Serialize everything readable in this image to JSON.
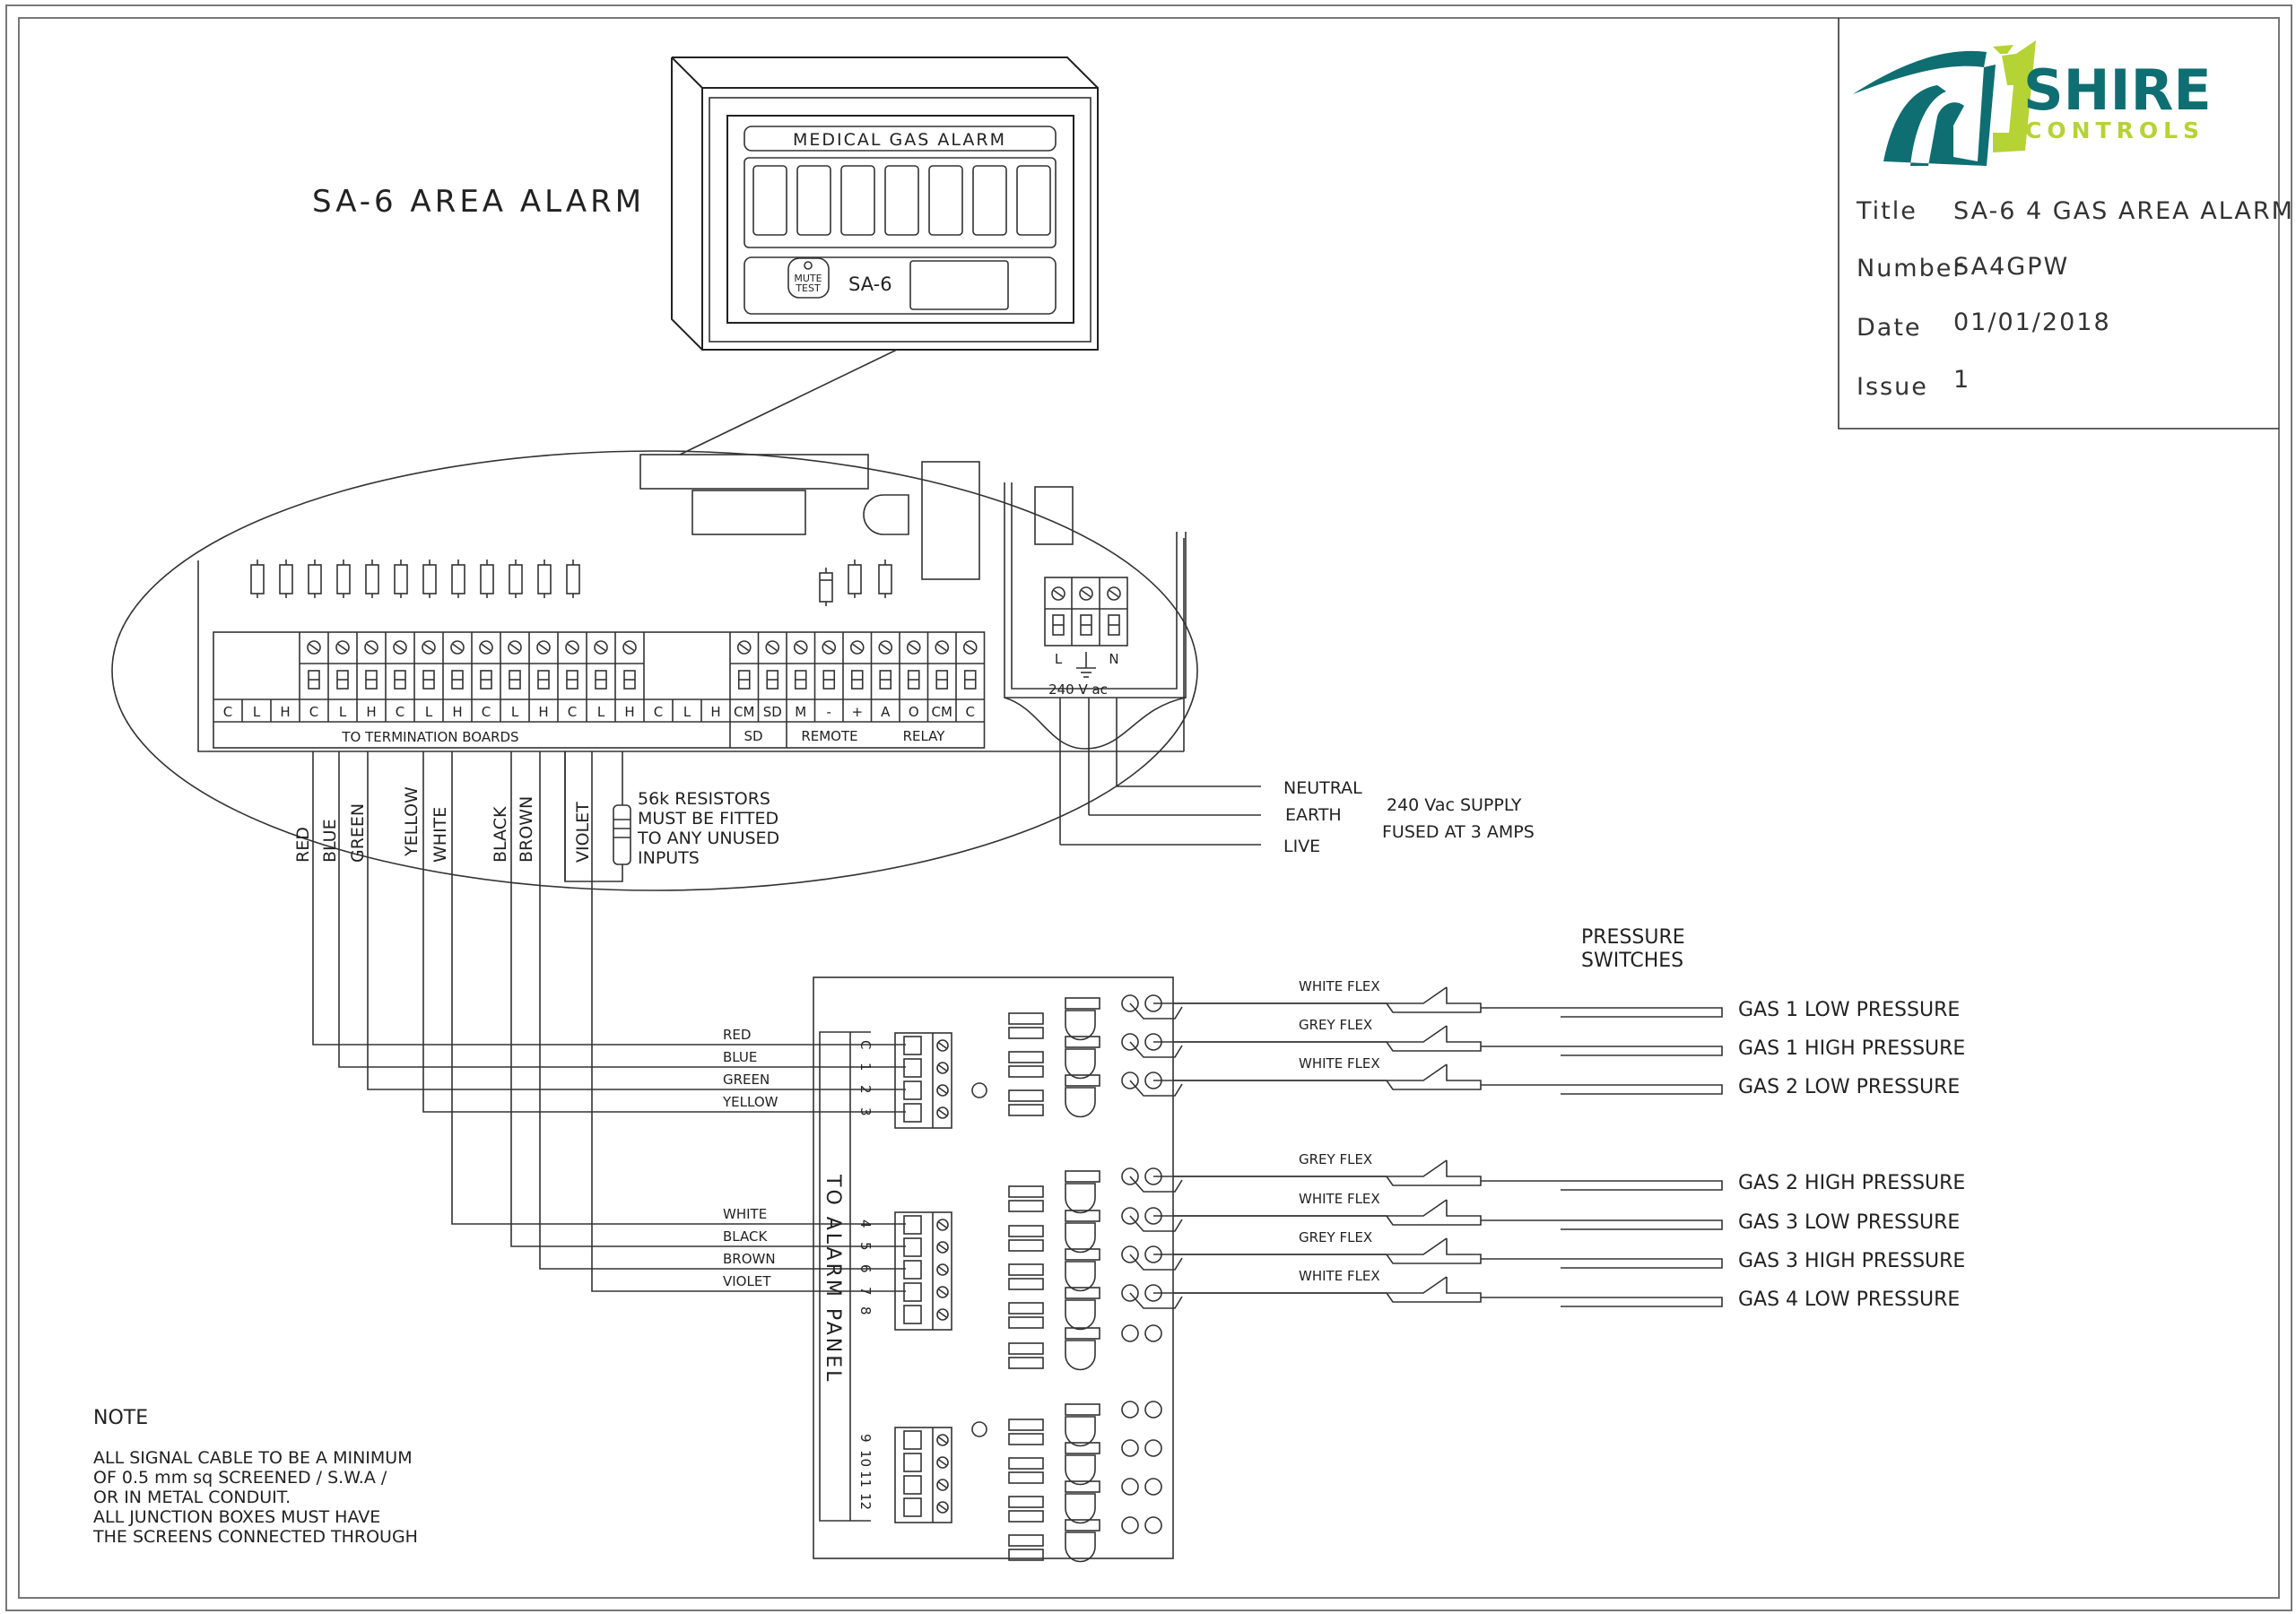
{
  "title_block": {
    "logo": {
      "word1": "SHIRE",
      "word2": "CONTROLS",
      "primary_color": "#0f6e72",
      "accent_color": "#b5d334"
    },
    "rows": [
      {
        "label": "Title",
        "value": "SA-6 4 GAS AREA ALARM"
      },
      {
        "label": "Number",
        "value": "SA4GPW"
      },
      {
        "label": "Date",
        "value": "01/01/2018"
      },
      {
        "label": "Issue",
        "value": "1"
      }
    ]
  },
  "drawing_title": "SA-6 AREA ALARM",
  "alarm_panel": {
    "header": "MEDICAL GAS ALARM",
    "indicator_count": 7,
    "button_label_1": "MUTE",
    "button_label_2": "TEST",
    "model": "SA-6"
  },
  "terminal_strip": {
    "pin_labels": [
      "C",
      "L",
      "H",
      "C",
      "L",
      "H",
      "C",
      "L",
      "H",
      "C",
      "L",
      "H",
      "C",
      "L",
      "H",
      "C",
      "L",
      "H",
      "CM",
      "SD",
      "M",
      "-",
      "+",
      "A",
      "O",
      "CM",
      "C"
    ],
    "group_labels": {
      "termination": "TO TERMINATION BOARDS",
      "sd": "SD",
      "remote": "REMOTE",
      "relay": "RELAY"
    }
  },
  "power": {
    "terminals": [
      "L",
      "⏚",
      "N"
    ],
    "rating": "240 V ac",
    "wires": [
      "NEUTRAL",
      "EARTH",
      "LIVE"
    ],
    "supply_note_1": "240 Vac SUPPLY",
    "supply_note_2": "FUSED AT 3 AMPS"
  },
  "cable_colors": [
    "RED",
    "BLUE",
    "GREEN",
    "YELLOW",
    "WHITE",
    "BLACK",
    "BROWN",
    "VIOLET"
  ],
  "resistor_note": [
    "56k RESISTORS",
    "MUST BE FITTED",
    "TO ANY UNUSED",
    "INPUTS"
  ],
  "junction_board": {
    "side_label": "TO ALARM PANEL",
    "block1_wires": [
      "RED",
      "BLUE",
      "GREEN",
      "YELLOW"
    ],
    "block1_pins": [
      "C",
      "1",
      "2",
      "3"
    ],
    "block2_wires": [
      "WHITE",
      "BLACK",
      "BROWN",
      "VIOLET"
    ],
    "block2_pins": [
      "4",
      "5",
      "6",
      "7",
      "8"
    ],
    "block3_pins": [
      "9",
      "10",
      "11",
      "12"
    ]
  },
  "pressure_switches": {
    "header_1": "PRESSURE",
    "header_2": "SWITCHES",
    "lines": [
      {
        "cable": "WHITE FLEX",
        "label": "GAS 1 LOW PRESSURE"
      },
      {
        "cable": "GREY FLEX",
        "label": "GAS 1 HIGH PRESSURE"
      },
      {
        "cable": "WHITE FLEX",
        "label": "GAS 2 LOW PRESSURE"
      },
      {
        "cable": "GREY FLEX",
        "label": "GAS 2 HIGH PRESSURE"
      },
      {
        "cable": "WHITE FLEX",
        "label": "GAS 3 LOW PRESSURE"
      },
      {
        "cable": "GREY FLEX",
        "label": "GAS 3 HIGH PRESSURE"
      },
      {
        "cable": "WHITE FLEX",
        "label": "GAS 4 LOW PRESSURE"
      }
    ]
  },
  "note": {
    "heading": "NOTE",
    "lines": [
      "ALL SIGNAL CABLE TO BE A MINIMUM",
      "OF 0.5 mm sq SCREENED / S.W.A /",
      "OR IN METAL CONDUIT.",
      "ALL JUNCTION BOXES MUST HAVE",
      "THE SCREENS CONNECTED THROUGH"
    ]
  }
}
